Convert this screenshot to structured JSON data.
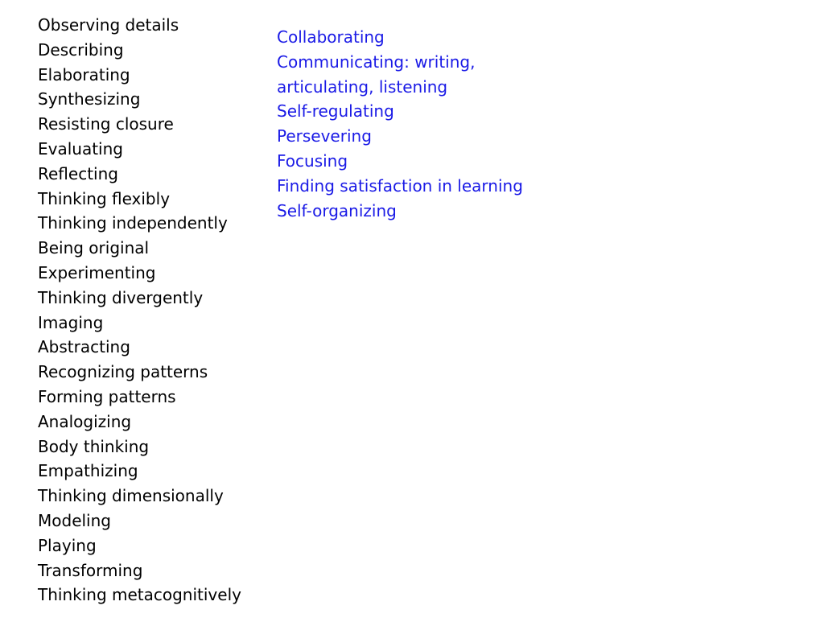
{
  "colors": {
    "left_text": "#000000",
    "right_text": "#1a1ae6",
    "background": "#ffffff"
  },
  "left_column": {
    "items": [
      "Observing details",
      "Describing",
      "Elaborating",
      "Synthesizing",
      "Resisting closure",
      "Evaluating",
      "Reflecting",
      "Thinking flexibly",
      "Thinking independently",
      "Being original",
      "Experimenting",
      "Thinking divergently",
      "Imaging",
      "Abstracting",
      "Recognizing patterns",
      "Forming patterns",
      "Analogizing",
      "Body thinking",
      "Empathizing",
      "Thinking dimensionally",
      "Modeling",
      "Playing",
      "Transforming",
      "Thinking metacognitively"
    ]
  },
  "right_column": {
    "items": [
      "Collaborating",
      "Communicating: writing,",
      "articulating, listening",
      "Self-regulating",
      "Persevering",
      "Focusing",
      "Finding satisfaction in learning",
      "Self-organizing"
    ]
  }
}
